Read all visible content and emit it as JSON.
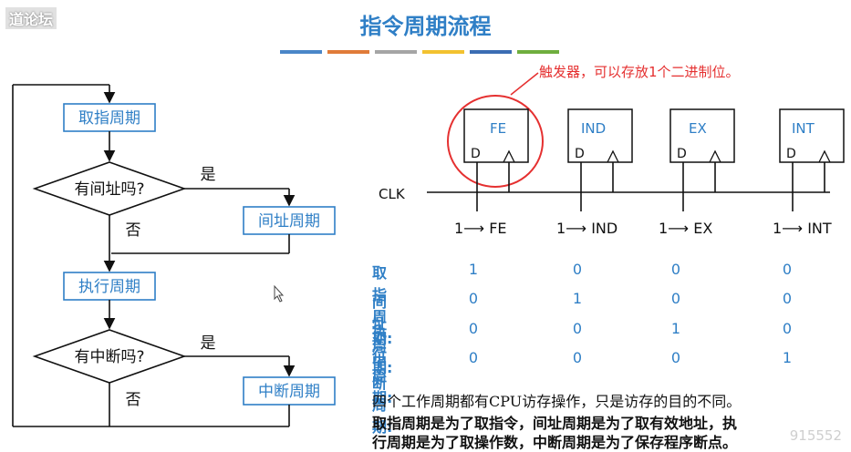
{
  "watermark": "道论坛",
  "title": "指令周期流程",
  "accent_bars": [
    "#4a86c8",
    "#e07b39",
    "#a5a5a5",
    "#f2c230",
    "#3b6db3",
    "#6fae3e"
  ],
  "flowchart": {
    "fetch": "取指周期",
    "indirect_question": "有间址吗?",
    "yes1": "是",
    "no1": "否",
    "indirect": "间址周期",
    "execute": "执行周期",
    "interrupt_question": "有中断吗?",
    "yes2": "是",
    "no2": "否",
    "interrupt": "中断周期"
  },
  "trigger_note": "触发器，可以存放1个二进制位。",
  "flipflops": [
    {
      "name": "FE",
      "d": "D",
      "set_label": "1⟶ FE"
    },
    {
      "name": "IND",
      "d": "D",
      "set_label": "1⟶ IND"
    },
    {
      "name": "EX",
      "d": "D",
      "set_label": "1⟶ EX"
    },
    {
      "name": "INT",
      "d": "D",
      "set_label": "1⟶ INT"
    }
  ],
  "clk_label": "CLK",
  "state_table": {
    "rows": [
      {
        "label": "取指周期:",
        "values": [
          "1",
          "0",
          "0",
          "0"
        ]
      },
      {
        "label": "间址周期:",
        "values": [
          "0",
          "1",
          "0",
          "0"
        ]
      },
      {
        "label": "执行周期:",
        "values": [
          "0",
          "0",
          "1",
          "0"
        ]
      },
      {
        "label": "中断周期:",
        "values": [
          "0",
          "0",
          "0",
          "1"
        ]
      }
    ]
  },
  "notes": {
    "line1": "四个工作周期都有CPU访存操作，只是访存的目的不同。",
    "line2": "取指周期是为了取指令，间址周期是为了取有效地址，执",
    "line3": "行周期是为了取操作数，中断周期是为了保存程序断点。"
  },
  "corner_id": "915552",
  "colors": {
    "accent": "#2f7fc6",
    "highlight": "#e53030",
    "line": "#111111"
  }
}
